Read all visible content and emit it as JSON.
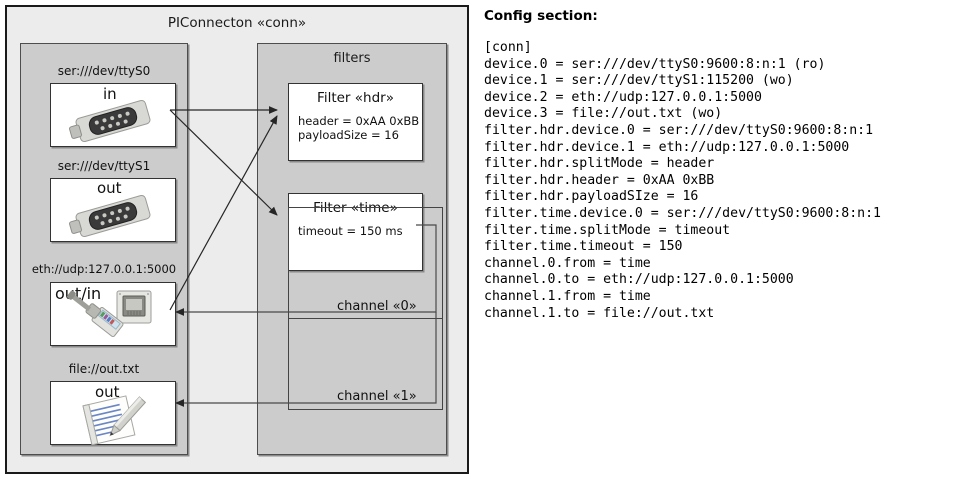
{
  "diagram": {
    "title": "PIConnecton «conn»",
    "devices_group": {
      "ports": [
        {
          "label": "ser:///dev/ttyS0",
          "direction": "in",
          "icon": "serial-db9-icon"
        },
        {
          "label": "ser:///dev/ttyS1",
          "direction": "out",
          "icon": "serial-db9-icon"
        },
        {
          "label": "eth://udp:127.0.0.1:5000",
          "direction": "out/in",
          "icon": "ethernet-jack-icon"
        },
        {
          "label": "file://out.txt",
          "direction": "out",
          "icon": "text-file-icon"
        }
      ]
    },
    "filters_group": {
      "title": "filters",
      "filters": [
        {
          "title": "Filter «hdr»",
          "props": [
            "header = 0xAA 0xBB",
            "payloadSize = 16"
          ]
        },
        {
          "title": "Filter «time»",
          "props": [
            "timeout = 150 ms"
          ]
        }
      ],
      "channels": [
        {
          "label": "channel «0»"
        },
        {
          "label": "channel «1»"
        }
      ]
    }
  },
  "config": {
    "heading": "Config section:",
    "body": "[conn]\ndevice.0 = ser:///dev/ttyS0:9600:8:n:1 (ro)\ndevice.1 = ser:///dev/ttyS1:115200 (wo)\ndevice.2 = eth://udp:127.0.0.1:5000\ndevice.3 = file://out.txt (wo)\nfilter.hdr.device.0 = ser:///dev/ttyS0:9600:8:n:1\nfilter.hdr.device.1 = eth://udp:127.0.0.1:5000\nfilter.hdr.splitMode = header\nfilter.hdr.header = 0xAA 0xBB\nfilter.hdr.payloadSIze = 16\nfilter.time.device.0 = ser:///dev/ttyS0:9600:8:n:1\nfilter.time.splitMode = timeout\nfilter.time.timeout = 150\nchannel.0.from = time\nchannel.0.to = eth://udp:127.0.0.1:5000\nchannel.1.from = time\nchannel.1.to = file://out.txt"
  },
  "colors": {
    "page_background": "#ffffff",
    "diagram_background": "#ececec",
    "group_background": "#cccccc",
    "card_background": "#ffffff",
    "outline": "#1a1a1a",
    "wire": "#333333"
  }
}
